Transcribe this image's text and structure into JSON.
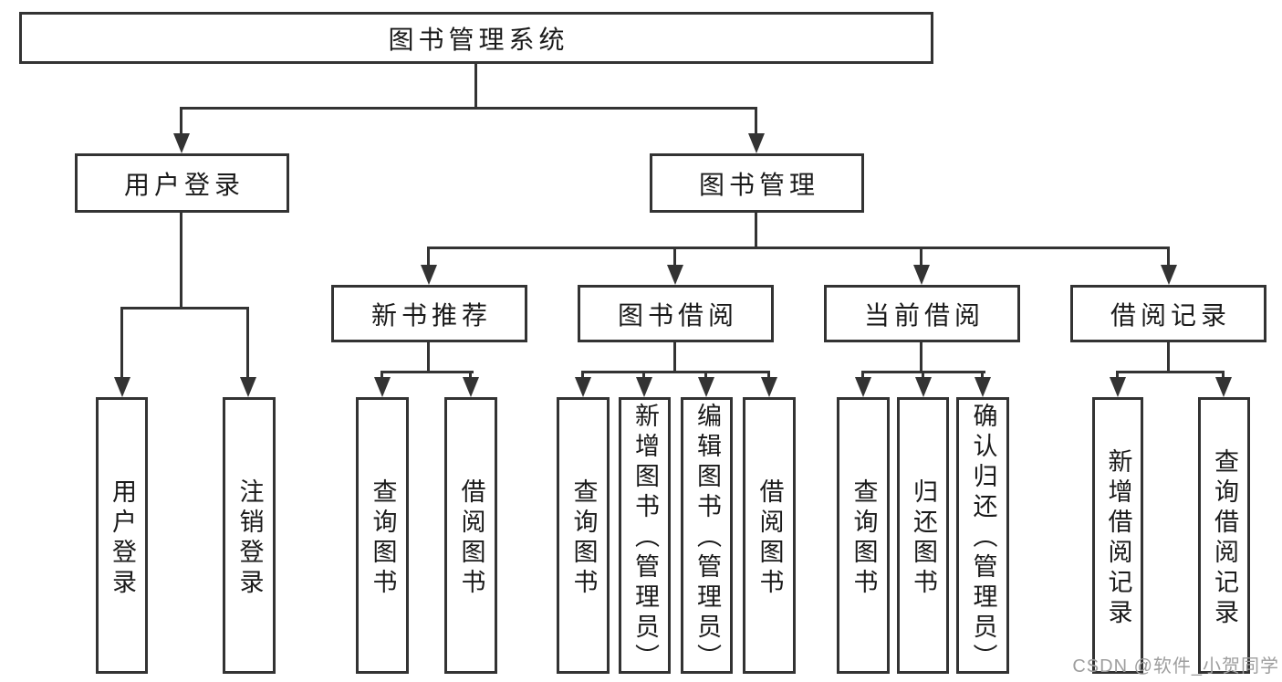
{
  "colors": {
    "line": "#333333",
    "text": "#1a1a1a",
    "watermark": "#9e9e9e",
    "background": "#ffffff"
  },
  "watermark": {
    "text": "CSDN @软件_小贺同学"
  },
  "tree": {
    "root": {
      "label": "图书管理系统"
    },
    "level2": [
      {
        "label": "用户登录",
        "children": [
          {
            "label": "用户登录"
          },
          {
            "label": "注销登录"
          }
        ]
      },
      {
        "label": "图书管理",
        "children": [
          {
            "label": "新书推荐",
            "children": [
              {
                "label": "查询图书"
              },
              {
                "label": "借阅图书"
              }
            ]
          },
          {
            "label": "图书借阅",
            "children": [
              {
                "label": "查询图书"
              },
              {
                "label": "新增图书（管理员）"
              },
              {
                "label": "编辑图书（管理员）"
              },
              {
                "label": "借阅图书"
              }
            ]
          },
          {
            "label": "当前借阅",
            "children": [
              {
                "label": "查询图书"
              },
              {
                "label": "归还图书"
              },
              {
                "label": "确认归还（管理员）"
              }
            ]
          },
          {
            "label": "借阅记录",
            "children": [
              {
                "label": "新增借阅记录"
              },
              {
                "label": "查询借阅记录"
              }
            ]
          }
        ]
      }
    ]
  }
}
